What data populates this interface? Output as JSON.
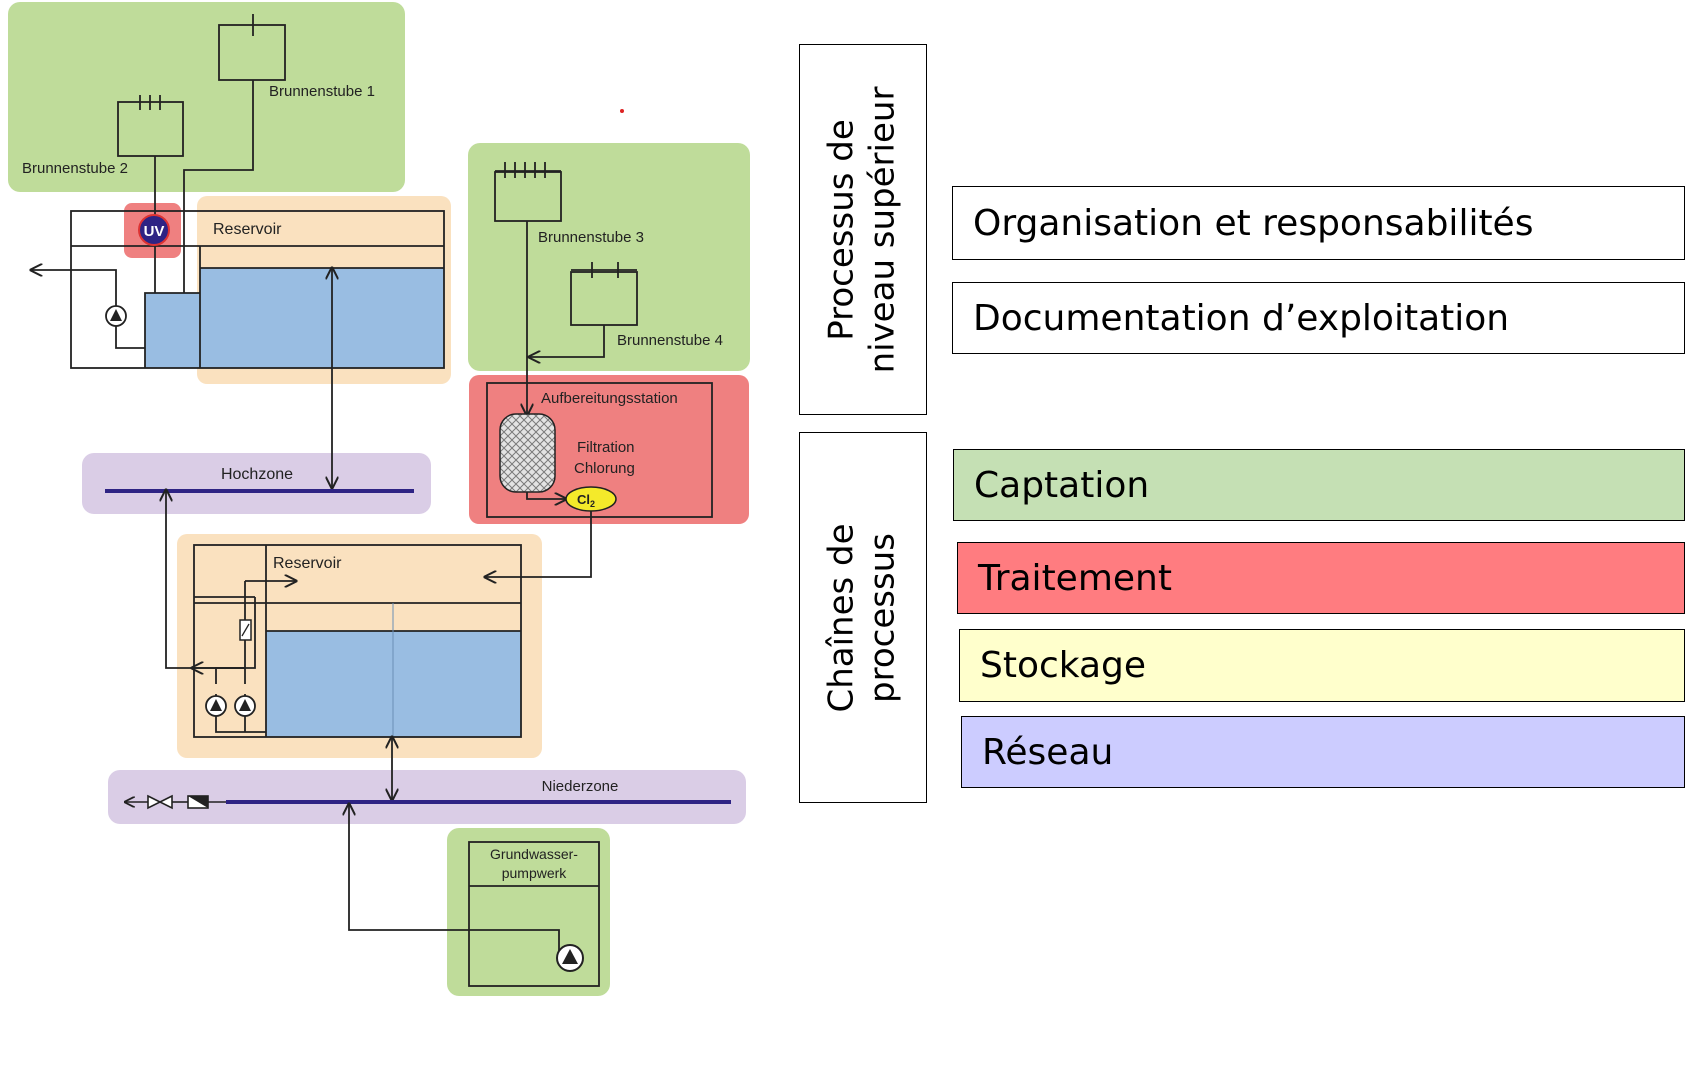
{
  "diagram": {
    "labels": {
      "brunnenstube1": "Brunnenstube 1",
      "brunnenstube2": "Brunnenstube 2",
      "brunnenstube3": "Brunnenstube 3",
      "brunnenstube4": "Brunnenstube 4",
      "uv": "UV",
      "reservoir_top": "Reservoir",
      "reservoir_mid": "Reservoir",
      "hochzone": "Hochzone",
      "niederzone": "Niederzone",
      "aufbereitung": "Aufbereitungsstation",
      "filtration": "Filtration",
      "chlorung": "Chlorung",
      "cl2": "Cl",
      "cl2_sub": "2",
      "grundwasser_1": "Grundwasser-",
      "grundwasser_2": "pumpwerk"
    },
    "colors": {
      "green": "#bfdc9a",
      "red": "#ef8080",
      "orange": "#fae1bf",
      "purple": "#dacde6",
      "water": "#99bde2",
      "line_purple": "#2e2384",
      "uv_circle": "#2e2384",
      "cl2_fill": "#f4ea2a"
    }
  },
  "right": {
    "top_group_label": "Processus de\nniveau supérieur",
    "bottom_group_label": "Chaînes de\nprocessus",
    "items": [
      {
        "label": "Organisation et responsabilités",
        "color": "#ffffff"
      },
      {
        "label": "Documentation d’exploitation",
        "color": "#ffffff"
      },
      {
        "label": "Captation",
        "color": "#c5e0b4"
      },
      {
        "label": "Traitement",
        "color": "#ff7c80"
      },
      {
        "label": "Stockage",
        "color": "#ffffcc"
      },
      {
        "label": "Réseau",
        "color": "#ccccff"
      }
    ]
  }
}
